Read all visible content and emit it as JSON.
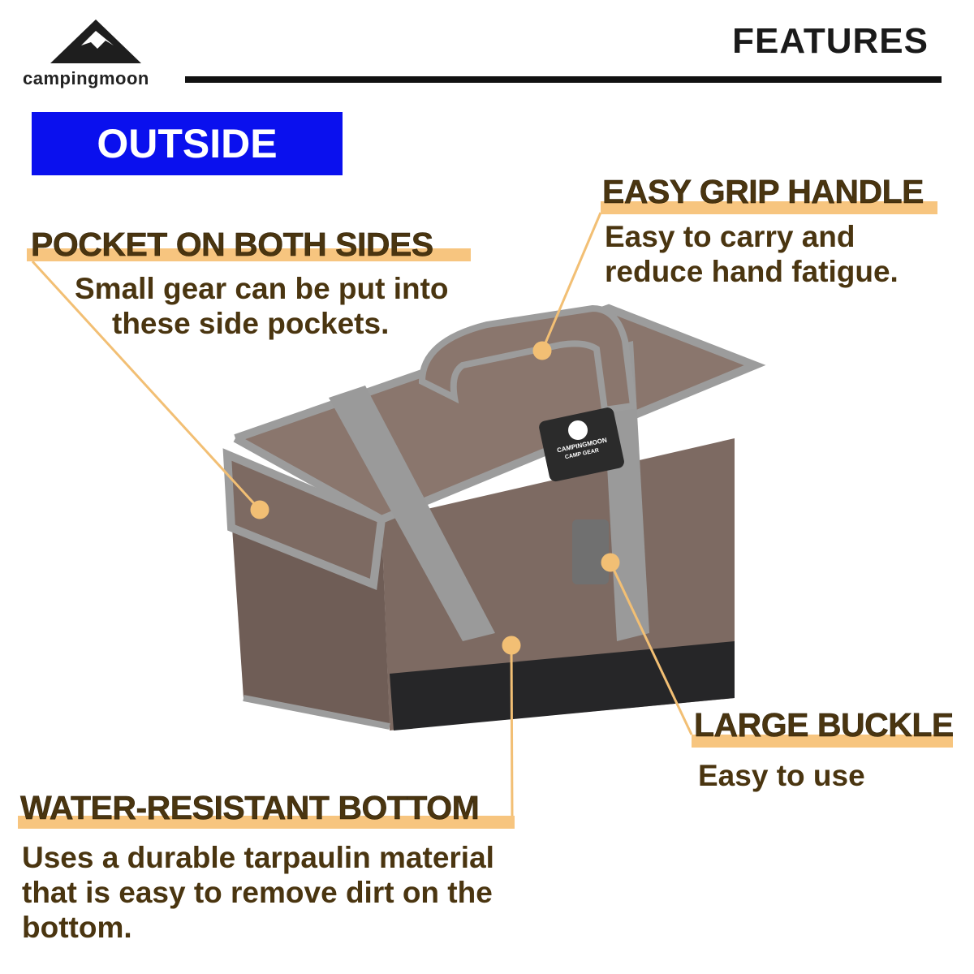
{
  "brand": {
    "name": "campingmoon",
    "logo_icon": "mountain-logo"
  },
  "header": {
    "title": "FEATURES"
  },
  "section_badge": {
    "label": "OUTSIDE",
    "color": "#0a10ee"
  },
  "colors": {
    "text": "#4a3510",
    "highlight": "#f7c57f"
  },
  "features": [
    {
      "title": "POCKET ON BOTH SIDES",
      "lines": [
        "Small gear can be put into",
        "these side pockets."
      ]
    },
    {
      "title": "EASY GRIP HANDLE",
      "lines": [
        "Easy to carry and",
        "reduce hand fatigue."
      ]
    },
    {
      "title": "LARGE BUCKLE",
      "lines": [
        "Easy to use"
      ]
    },
    {
      "title": "WATER-RESISTANT BOTTOM",
      "lines": [
        "Uses a durable tarpaulin material",
        "that is easy to remove dirt on the",
        "bottom."
      ]
    }
  ],
  "product_label": {
    "brand": "CAMPINGMOON",
    "sub": "CAMP GEAR"
  }
}
